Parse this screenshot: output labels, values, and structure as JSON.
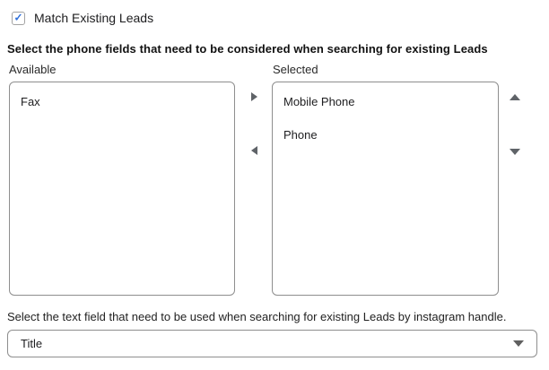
{
  "checkbox": {
    "label": "Match Existing Leads",
    "checked": true,
    "check_glyph": "✓"
  },
  "heading": "Select the phone fields that need to be considered when searching for existing Leads",
  "dual_list": {
    "available": {
      "label": "Available",
      "items": [
        "Fax"
      ]
    },
    "selected": {
      "label": "Selected",
      "items": [
        "Mobile Phone",
        "Phone"
      ]
    },
    "controls": {
      "move_right_icon": "right-triangle",
      "move_left_icon": "left-triangle",
      "move_up_icon": "up-triangle",
      "move_down_icon": "down-triangle"
    }
  },
  "instagram_field": {
    "label": "Select the text field that need to be used when searching for existing Leads by instagram handle.",
    "value": "Title",
    "caret_icon": "down-triangle"
  },
  "colors": {
    "accent_blue": "#2e6fdb",
    "border_gray": "#8e8e8e",
    "arrow_gray": "#5f6368",
    "text": "#1d1d1f"
  }
}
